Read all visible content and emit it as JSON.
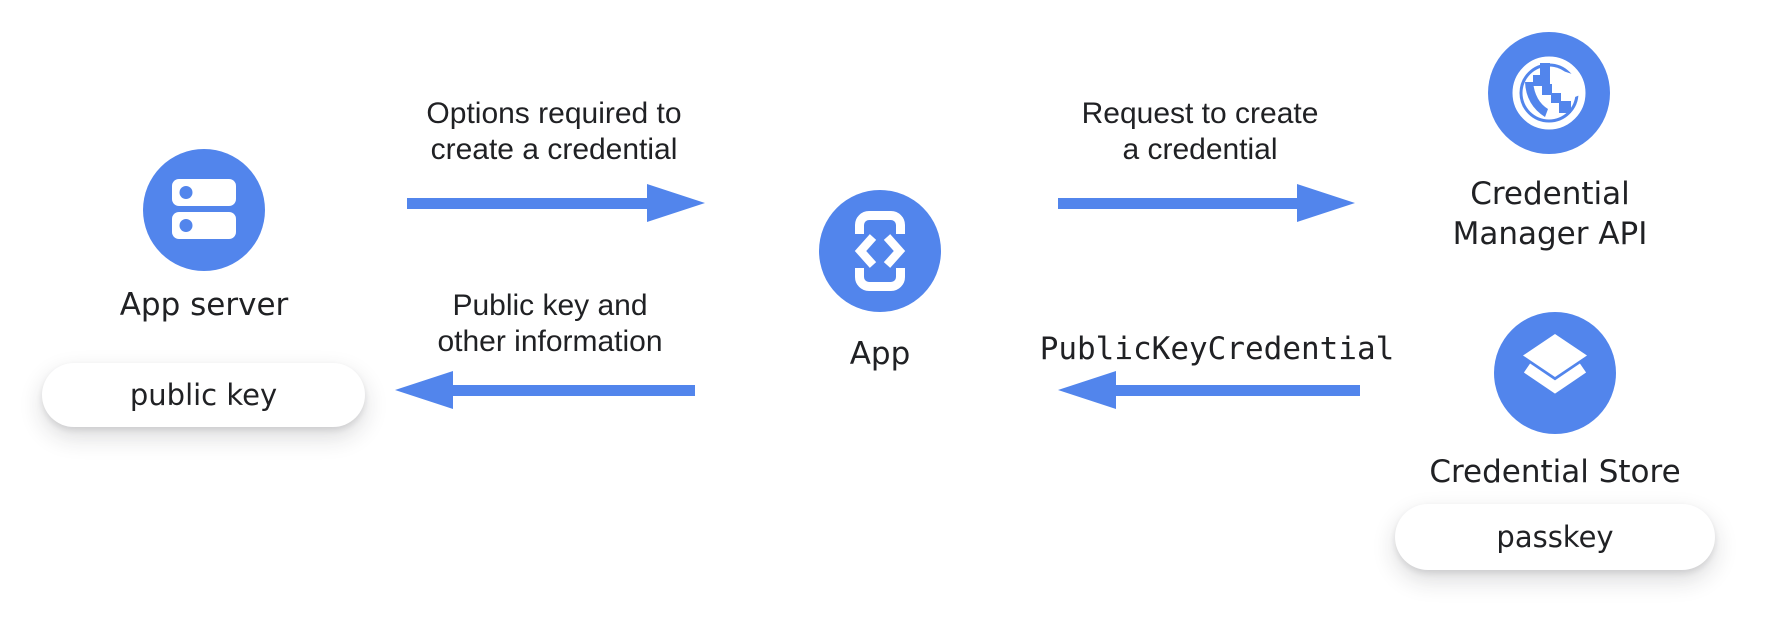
{
  "colors": {
    "accent_blue": "#5285EC",
    "icon_foreground": "#FFFFFF",
    "text": "#202124",
    "pill_background": "#FFFFFF",
    "background": "#FFFFFF"
  },
  "nodes": {
    "app_server": {
      "label": "App server",
      "badge": "public key",
      "icon": "server-icon"
    },
    "app": {
      "label": "App",
      "icon": "phone-code-icon"
    },
    "credential_manager": {
      "label_lines": [
        "Credential",
        "Manager API"
      ],
      "icon": "globe-icon"
    },
    "credential_store": {
      "label": "Credential Store",
      "badge": "passkey",
      "icon": "layers-icon"
    }
  },
  "arrows": {
    "options": {
      "lines": [
        "Options required to",
        "create a credential"
      ],
      "direction": "right",
      "from": "App server",
      "to": "App"
    },
    "request": {
      "lines": [
        "Request to create",
        "a credential"
      ],
      "direction": "right",
      "from": "App",
      "to": "Credential Manager API"
    },
    "public_key_info": {
      "lines": [
        "Public key and",
        "other information"
      ],
      "direction": "left",
      "from": "App",
      "to": "App server"
    },
    "public_key_credential": {
      "label": "PublicKeyCredential",
      "direction": "left",
      "from": "Credential Store",
      "to": "App"
    }
  }
}
